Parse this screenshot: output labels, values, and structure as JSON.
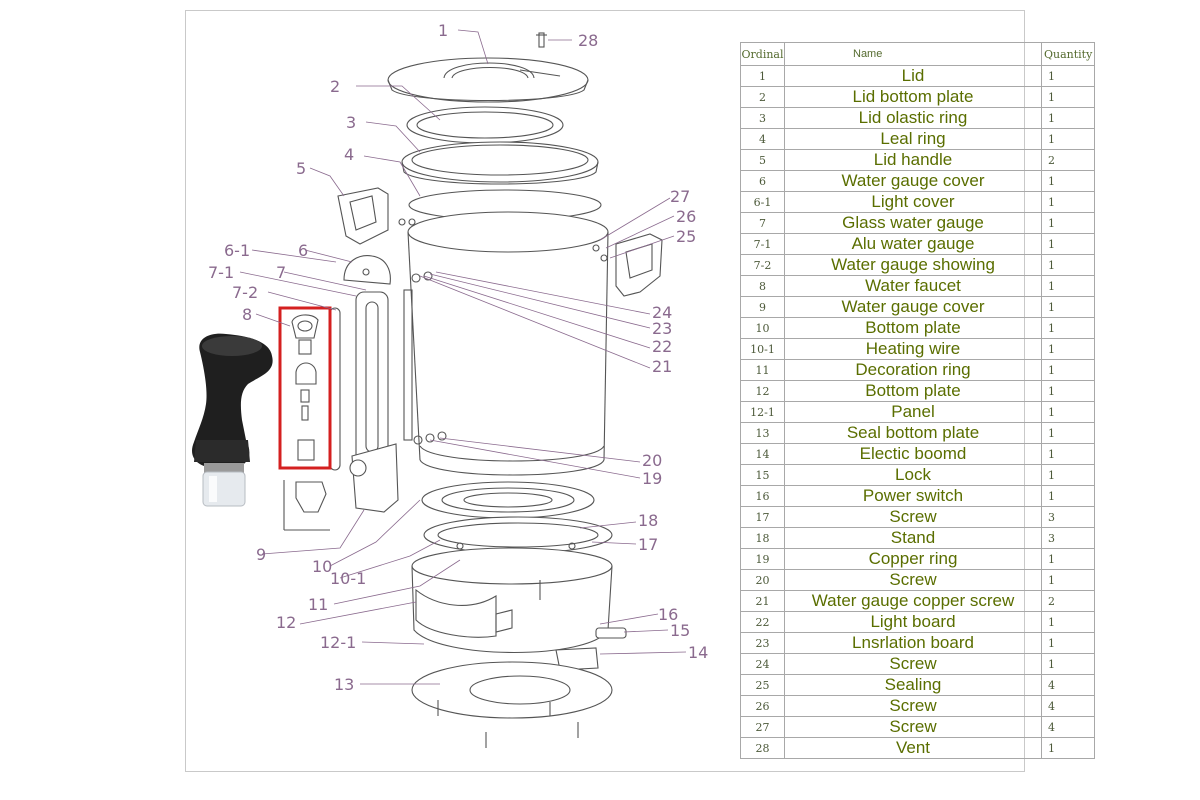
{
  "table": {
    "headers": {
      "ordinal": "Ordinal",
      "name": "Name",
      "quantity": "Quantity"
    },
    "rows": [
      {
        "ordinal": "1",
        "name": "Lid",
        "quantity": "1"
      },
      {
        "ordinal": "2",
        "name": "Lid bottom plate",
        "quantity": "1"
      },
      {
        "ordinal": "3",
        "name": "Lid olastic ring",
        "quantity": "1"
      },
      {
        "ordinal": "4",
        "name": "Leal ring",
        "quantity": "1"
      },
      {
        "ordinal": "5",
        "name": "Lid handle",
        "quantity": "2"
      },
      {
        "ordinal": "6",
        "name": "Water gauge cover",
        "quantity": "1"
      },
      {
        "ordinal": "6-1",
        "name": "Light cover",
        "quantity": "1"
      },
      {
        "ordinal": "7",
        "name": "Glass water gauge",
        "quantity": "1"
      },
      {
        "ordinal": "7-1",
        "name": "Alu water gauge",
        "quantity": "1"
      },
      {
        "ordinal": "7-2",
        "name": "Water gauge showing",
        "quantity": "1"
      },
      {
        "ordinal": "8",
        "name": "Water faucet",
        "quantity": "1"
      },
      {
        "ordinal": "9",
        "name": "Water gauge cover",
        "quantity": "1"
      },
      {
        "ordinal": "10",
        "name": "Bottom plate",
        "quantity": "1"
      },
      {
        "ordinal": "10-1",
        "name": "Heating wire",
        "quantity": "1"
      },
      {
        "ordinal": "11",
        "name": "Decoration ring",
        "quantity": "1"
      },
      {
        "ordinal": "12",
        "name": "Bottom plate",
        "quantity": "1"
      },
      {
        "ordinal": "12-1",
        "name": "Panel",
        "quantity": "1"
      },
      {
        "ordinal": "13",
        "name": "Seal bottom plate",
        "quantity": "1"
      },
      {
        "ordinal": "14",
        "name": "Electic boomd",
        "quantity": "1"
      },
      {
        "ordinal": "15",
        "name": "Lock",
        "quantity": "1"
      },
      {
        "ordinal": "16",
        "name": "Power switch",
        "quantity": "1"
      },
      {
        "ordinal": "17",
        "name": "Screw",
        "quantity": "3"
      },
      {
        "ordinal": "18",
        "name": "Stand",
        "quantity": "3"
      },
      {
        "ordinal": "19",
        "name": "Copper ring",
        "quantity": "1"
      },
      {
        "ordinal": "20",
        "name": "Screw",
        "quantity": "1"
      },
      {
        "ordinal": "21",
        "name": "Water gauge copper screw",
        "quantity": "2"
      },
      {
        "ordinal": "22",
        "name": "Light board",
        "quantity": "1"
      },
      {
        "ordinal": "23",
        "name": "Lnsrlation board",
        "quantity": "1"
      },
      {
        "ordinal": "24",
        "name": "Screw",
        "quantity": "1"
      },
      {
        "ordinal": "25",
        "name": "Sealing",
        "quantity": "4"
      },
      {
        "ordinal": "26",
        "name": "Screw",
        "quantity": "4"
      },
      {
        "ordinal": "27",
        "name": "Screw",
        "quantity": "4"
      },
      {
        "ordinal": "28",
        "name": "Vent",
        "quantity": "1"
      }
    ]
  },
  "callouts": [
    "1",
    "2",
    "3",
    "4",
    "5",
    "6-1",
    "6",
    "7-1",
    "7",
    "7-2",
    "8",
    "9",
    "10",
    "10-1",
    "11",
    "12",
    "12-1",
    "13",
    "14",
    "15",
    "16",
    "17",
    "18",
    "19",
    "20",
    "21",
    "22",
    "23",
    "24",
    "25",
    "26",
    "27",
    "28"
  ],
  "colors": {
    "callout": "#8a6a8e",
    "table_text": "#5a6e00",
    "highlight_box": "#d42020",
    "line_art": "#555555"
  }
}
